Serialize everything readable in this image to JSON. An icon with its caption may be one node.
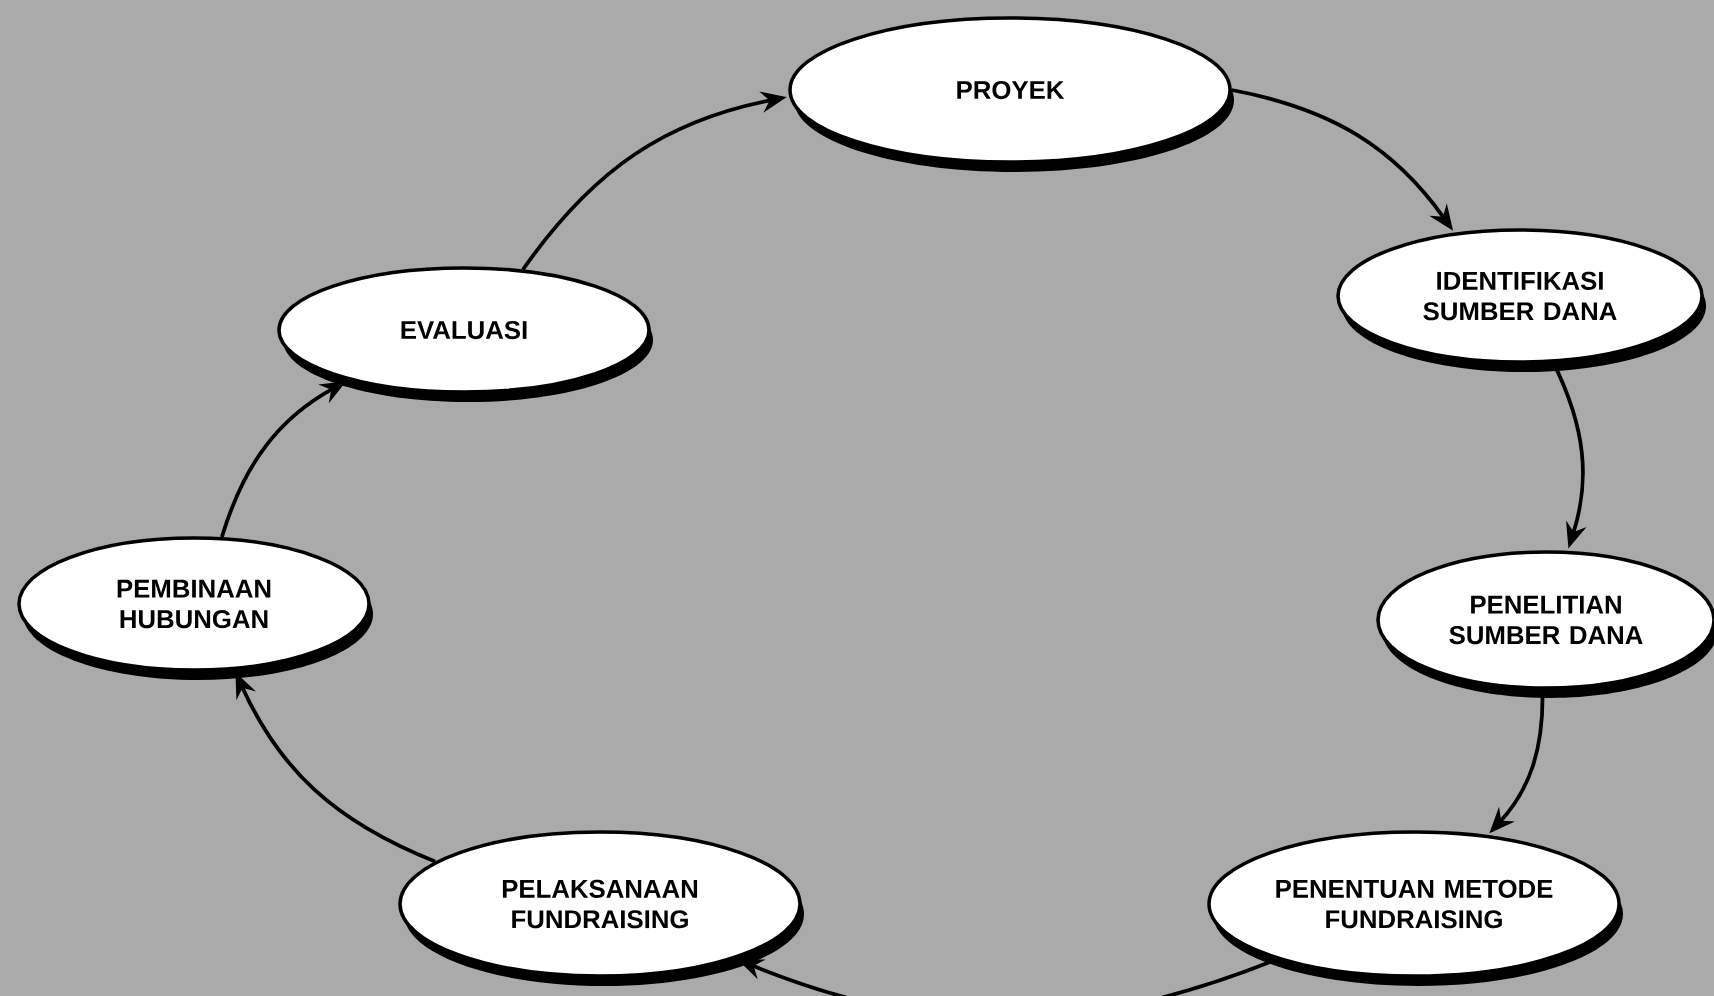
{
  "diagram": {
    "nodes": [
      {
        "text": [
          "PROYEK"
        ]
      },
      {
        "text": [
          "IDENTIFIKASI SUMBER DANA"
        ]
      },
      {
        "text": [
          "PENELITIAN SUMBER DANA"
        ]
      },
      {
        "text": [
          "PENENTUAN METODE FUNDRAISING"
        ]
      },
      {
        "text": [
          "PELAKSANAAN FUNDRAISING"
        ]
      },
      {
        "text": [
          "PEMBINAAN HUBUNGAN"
        ]
      },
      {
        "text": [
          "EVALUASI"
        ]
      }
    ],
    "edges": [
      {
        "from": 0,
        "to": 1,
        "arrow": "to"
      },
      {
        "from": 1,
        "to": 2,
        "arrow": "to"
      },
      {
        "from": 2,
        "to": 3,
        "arrow": "to"
      },
      {
        "from": 3,
        "to": 4,
        "arrow": "to"
      },
      {
        "from": 4,
        "to": 5,
        "arrow": "to"
      },
      {
        "from": 5,
        "to": 6,
        "arrow": "to"
      },
      {
        "from": 6,
        "to": 0,
        "arrow": "to"
      }
    ]
  }
}
